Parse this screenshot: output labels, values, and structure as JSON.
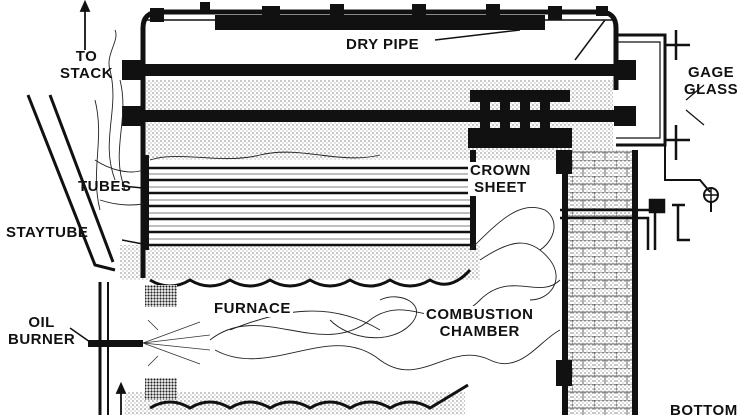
{
  "labels": {
    "to_stack": [
      "TO",
      "STACK"
    ],
    "dry_pipe": "DRY PIPE",
    "gage_glass": [
      "GAGE",
      "GLASS"
    ],
    "tubes": "TUBES",
    "crown_sheet": [
      "CROWN",
      "SHEET"
    ],
    "staytube": "STAYTUBE",
    "oil_burner": [
      "OIL",
      "BURNER"
    ],
    "furnace": "FURNACE",
    "combustion_chamber": [
      "COMBUSTION",
      "CHAMBER"
    ],
    "bottom": "BOTTOM"
  },
  "colors": {
    "ink": "#111111",
    "paper": "#ffffff",
    "stipple": "#9a9a9a"
  }
}
